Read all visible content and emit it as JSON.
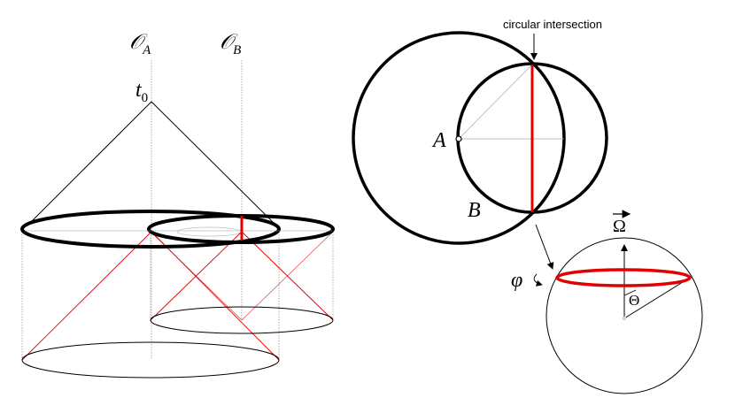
{
  "labels": {
    "observer_a": "𝒪",
    "observer_a_sub": "A",
    "observer_b": "𝒪",
    "observer_b_sub": "B",
    "t0": "t",
    "t0_sub": "0",
    "point_a": "A",
    "point_b": "B",
    "circular_intersection": "circular intersection",
    "omega": "Ω",
    "phi": "φ",
    "theta": "Θ"
  },
  "colors": {
    "ink": "#000000",
    "highlight": "#e00000",
    "guide": "#9a9a9a"
  }
}
